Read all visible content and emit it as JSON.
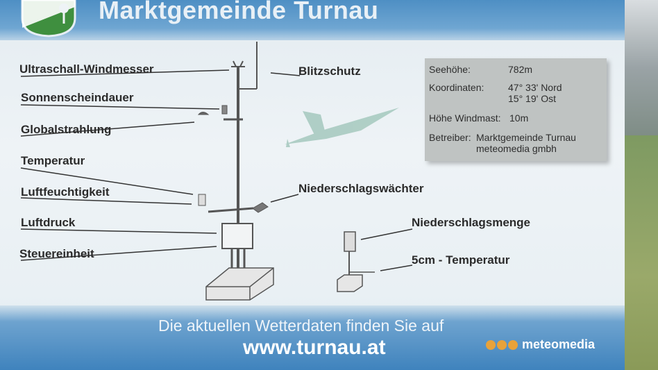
{
  "sign": {
    "title": "Marktgemeinde Turnau",
    "labels": {
      "ultraschall": "Ultraschall-Windmesser",
      "sonnenschein": "Sonnenscheindauer",
      "global": "Globalstrahlung",
      "temperatur": "Temperatur",
      "luftfeuchte": "Luftfeuchtigkeit",
      "luftdruck": "Luftdruck",
      "steuer": "Steuereinheit",
      "blitz": "Blitzschutz",
      "niederschlagswaechter": "Niederschlagswächter",
      "niederschlagsmenge": "Niederschlagsmenge",
      "temp5cm": "5cm - Temperatur"
    },
    "info": {
      "seehoehe_label": "Seehöhe:",
      "seehoehe_value": "782m",
      "koord_label": "Koordinaten:",
      "koord_nord": "47° 33' Nord",
      "koord_ost": "15° 19' Ost",
      "windmast_label": "Höhe Windmast:",
      "windmast_value": "10m",
      "betreiber_label": "Betreiber:",
      "betreiber_1": "Marktgemeinde Turnau",
      "betreiber_2": "meteomedia gmbh"
    },
    "footer": {
      "line1": "Die aktuellen Wetterdaten finden Sie auf",
      "url": "www.turnau.at",
      "brand": "meteomedia"
    },
    "colors": {
      "banner": "#4e8fc4",
      "accent": "#e8a23a",
      "glider": "#9fc3b9"
    }
  }
}
